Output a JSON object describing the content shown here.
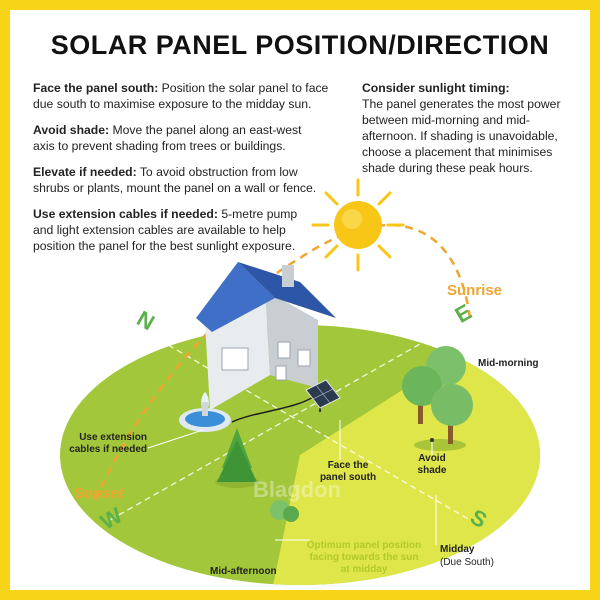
{
  "title": "SOLAR PANEL POSITION/DIRECTION",
  "tips": [
    {
      "heading": "Face the panel south:",
      "line1": "Position the solar panel to face",
      "line2": "due south to maximise exposure to the midday sun."
    },
    {
      "heading": "Avoid shade:",
      "line1": "Move the panel along an east-west",
      "line2": "axis to prevent shading from trees or buildings."
    },
    {
      "heading": "Elevate if needed:",
      "line1": "To avoid obstruction from low",
      "line2": "shrubs or plants, mount the panel on a wall or fence."
    },
    {
      "heading": "Use extension cables if needed:",
      "line1": "5-metre pump",
      "line2": "and light extension cables are available to help",
      "line3": "position the panel for the best sunlight exposure."
    }
  ],
  "timing": {
    "heading": "Consider sunlight timing:",
    "lines": [
      "The panel generates the most power",
      "between mid-morning and mid-",
      "afternoon. If shading is unavoidable,",
      "choose a placement that minimises",
      "shade during these peak hours."
    ]
  },
  "compass": {
    "north": "N",
    "east": "E",
    "south": "S",
    "west": "W"
  },
  "labels": {
    "sunrise": "Sunrise",
    "sunset": "Sunset",
    "mid_morning": "Mid-morning",
    "mid_afternoon": "Mid-afternoon",
    "avoid_shade_1": "Avoid",
    "avoid_shade_2": "shade",
    "face_south_1": "Face the",
    "face_south_2": "panel south",
    "extension_1": "Use extension",
    "extension_2": "cables if needed",
    "optimum_1": "Optimum panel position",
    "optimum_2": "facing towards the sun",
    "optimum_3": "at midday",
    "midday": "Midday",
    "due_south": "(Due South)"
  },
  "watermark": "Blagdon",
  "colors": {
    "border": "#f7d417",
    "ground": "#a3c73a",
    "south_zone": "#dfe64a",
    "compass": "#5bb14a",
    "sun": "#f7c617",
    "path": "#f0a531",
    "roof": "#3f6fc6"
  }
}
